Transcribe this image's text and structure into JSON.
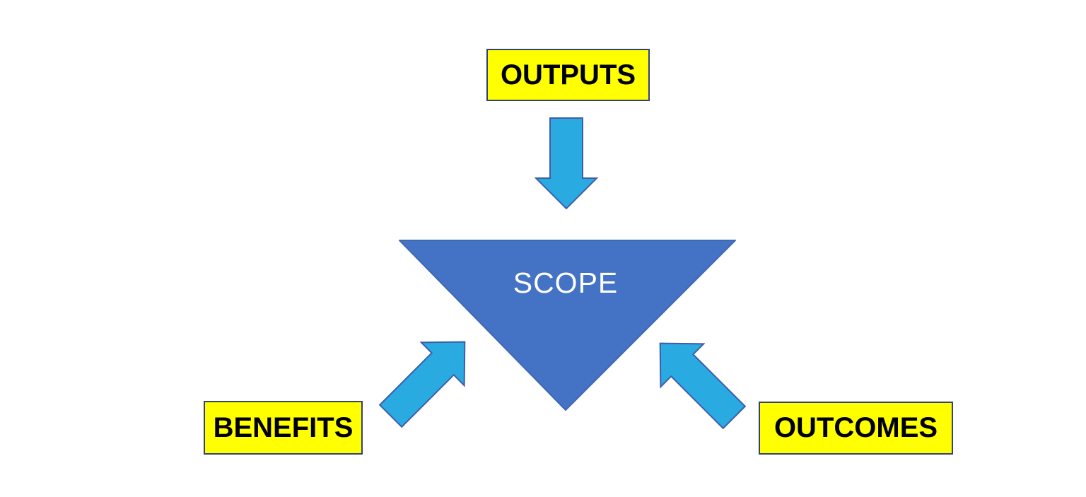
{
  "diagram": {
    "type": "concept-diagram",
    "nodes": {
      "outputs": {
        "label": "OUTPUTS"
      },
      "benefits": {
        "label": "BENEFITS"
      },
      "outcomes": {
        "label": "OUTCOMES"
      },
      "scope": {
        "label": "SCOPE"
      }
    },
    "arrows": [
      {
        "name": "outputs-to-scope",
        "direction": "down"
      },
      {
        "name": "benefits-to-scope",
        "direction": "up-right"
      },
      {
        "name": "outcomes-to-scope",
        "direction": "up-left"
      }
    ],
    "colors": {
      "background": "#ffffff",
      "label_box_fill": "#ffff00",
      "label_box_border": "#33417a",
      "label_text": "#000000",
      "arrow_fill": "#29abe2",
      "arrow_border": "#3e5da9",
      "triangle_fill": "#4472c4",
      "triangle_border": "#3e68b2",
      "scope_text": "#ffffff"
    }
  }
}
